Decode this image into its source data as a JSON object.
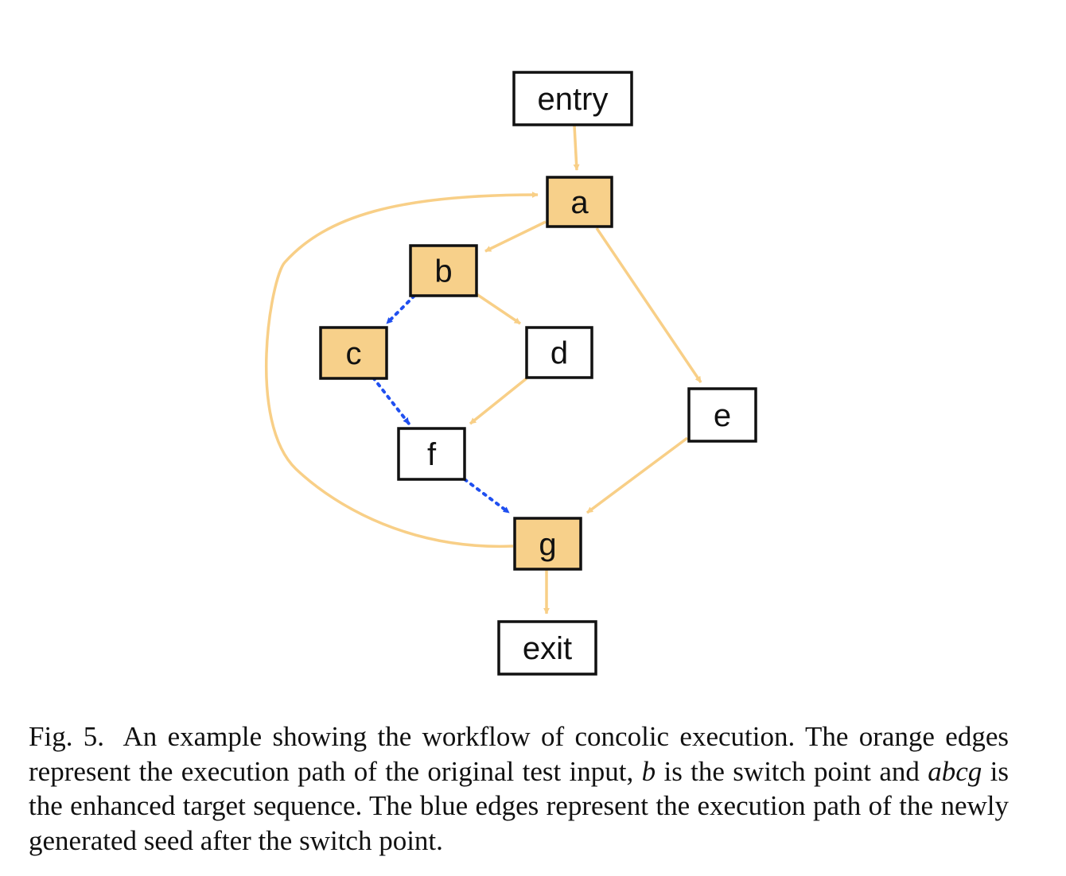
{
  "nodes": [
    {
      "id": "entry",
      "label": "entry",
      "highlighted": false
    },
    {
      "id": "a",
      "label": "a",
      "highlighted": true
    },
    {
      "id": "b",
      "label": "b",
      "highlighted": true
    },
    {
      "id": "c",
      "label": "c",
      "highlighted": true
    },
    {
      "id": "d",
      "label": "d",
      "highlighted": false
    },
    {
      "id": "e",
      "label": "e",
      "highlighted": false
    },
    {
      "id": "f",
      "label": "f",
      "highlighted": false
    },
    {
      "id": "g",
      "label": "g",
      "highlighted": true
    },
    {
      "id": "exit",
      "label": "exit",
      "highlighted": false
    }
  ],
  "edges": [
    {
      "from": "entry",
      "to": "a",
      "kind": "orange"
    },
    {
      "from": "a",
      "to": "b",
      "kind": "orange"
    },
    {
      "from": "a",
      "to": "e",
      "kind": "orange"
    },
    {
      "from": "b",
      "to": "d",
      "kind": "orange"
    },
    {
      "from": "d",
      "to": "f",
      "kind": "orange"
    },
    {
      "from": "e",
      "to": "g",
      "kind": "orange"
    },
    {
      "from": "g",
      "to": "a",
      "kind": "orange"
    },
    {
      "from": "g",
      "to": "exit",
      "kind": "orange"
    },
    {
      "from": "b",
      "to": "c",
      "kind": "blue"
    },
    {
      "from": "c",
      "to": "f",
      "kind": "blue"
    },
    {
      "from": "f",
      "to": "g",
      "kind": "blue"
    }
  ],
  "colors": {
    "node_highlight_fill": "#f7d08a",
    "node_fill": "#ffffff",
    "orange_edge": "#f8cf87",
    "blue_edge": "#1f4ff0"
  },
  "caption": {
    "fig_label": "Fig. 5.",
    "part1": "An example showing the workflow of concolic execution. The orange edges represent the execution path of the original test input, ",
    "italic1": "b",
    "part2": " is the switch point and ",
    "italic2": "abcg",
    "part3": " is the enhanced target sequence. The blue edges represent the execution path of the newly generated seed after the switch point."
  }
}
